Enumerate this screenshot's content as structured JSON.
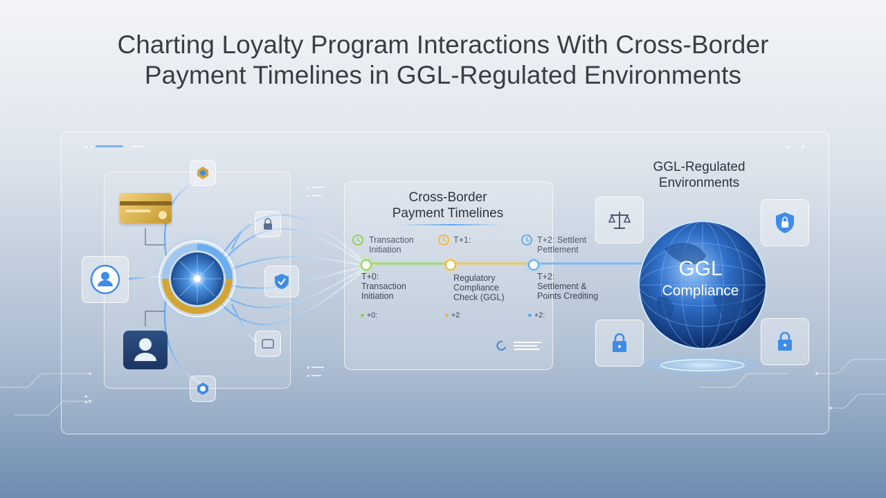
{
  "title": {
    "line1": "Charting Loyalty Program Interactions With Cross-Border",
    "line2": "Payment Timelines in GGL-Regulated Environments"
  },
  "timeline": {
    "heading_line1": "Cross-Border",
    "heading_line2": "Payment Timelines",
    "stages": [
      {
        "top_line1": "Transaction",
        "top_line2": "Initiation",
        "label": "T+0:",
        "detail_line1": "Transaction",
        "detail_line2": "Initiation",
        "footer": "+0:",
        "color": "#8fd14f"
      },
      {
        "top_line1": "T+1:",
        "top_line2": "",
        "label": "",
        "detail_line1": "Regulatory",
        "detail_line2": "Compliance",
        "detail_line3": "Check (GGL)",
        "footer": "+2",
        "color": "#f2b632"
      },
      {
        "top_line1": "T+2: Settlent",
        "top_line2": "Pettlement",
        "label": "T+2:",
        "detail_line1": "Settlement &",
        "detail_line2": "Points Crediting",
        "footer": "+2:",
        "color": "#5aa7ef"
      }
    ]
  },
  "regulated": {
    "heading_line1": "GGL-Regulated",
    "heading_line2": "Environments",
    "globe_line1": "GGL",
    "globe_line2": "Compliance"
  },
  "colors": {
    "accent_blue": "#3f8ce8",
    "gold": "#d4a534",
    "globe_dark": "#0d2c6e",
    "text_dark": "#3a3d44"
  },
  "icons": [
    "credit-card-icon",
    "user-icon",
    "badge-icon",
    "lock-icon",
    "shield-icon",
    "scales-icon",
    "globe-icon",
    "clock-icon"
  ]
}
